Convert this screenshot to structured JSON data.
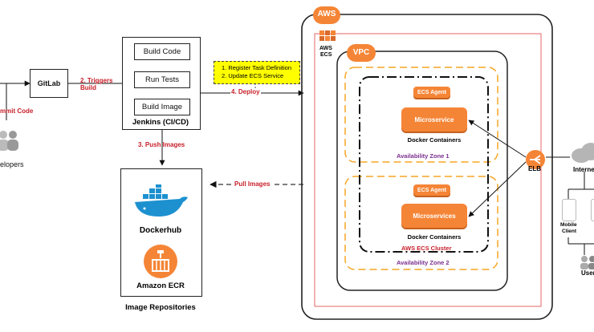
{
  "developers": {
    "label": "elopers"
  },
  "commit": {
    "label": "mmit Code"
  },
  "gitlab": {
    "label": "GitLab"
  },
  "triggers": {
    "line1": "2. Triggers",
    "line2": "Build"
  },
  "jenkins": {
    "title": "Jenkins (CI/CD)",
    "steps": [
      "Build Code",
      "Run Tests",
      "Build Image"
    ]
  },
  "push_images": {
    "label": "3. Push Images"
  },
  "deploy": {
    "label": "4. Deploy"
  },
  "task_note": {
    "line1": "1. Register Task Definition",
    "line2": "2. Update ECS Service"
  },
  "pull_images": {
    "label": "Pull Images"
  },
  "repositories": {
    "title": "Image Repositories",
    "dockerhub": "Dockerhub",
    "ecr": "Amazon ECR"
  },
  "aws": {
    "badge": "AWS",
    "ecs_line1": "AWS",
    "ecs_line2": "ECS",
    "vpc": "VPC"
  },
  "zone1": {
    "agent": "ECS Agent",
    "service": "Microservice",
    "containers": "Docker Containers",
    "zone": "Availability Zone 1"
  },
  "zone2": {
    "agent": "ECS Agent",
    "service": "Microservices",
    "containers": "Docker Containers",
    "cluster": "AWS ECS Cluster",
    "zone": "Availability Zone 2"
  },
  "elb": {
    "label": "ELB"
  },
  "internet": {
    "label": "Interne"
  },
  "mobile": {
    "line1": "Mobile",
    "line2": "Client"
  },
  "users": {
    "label": "User"
  },
  "colors": {
    "accent_red": "#c8202a",
    "aws_orange": "#f58536",
    "zone_purple": "#7b2f8e",
    "note_yellow": "#ffff00"
  }
}
